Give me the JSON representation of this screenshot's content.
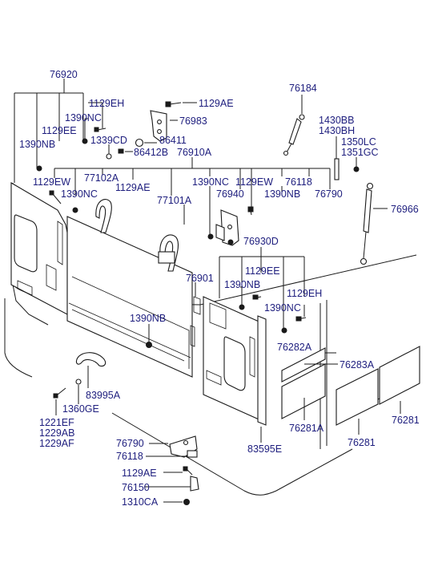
{
  "labels": {
    "l76920": "76920",
    "l1129EH_a": "1129EH",
    "l1129AE_a": "1129AE",
    "l76184": "76184",
    "l1390NC_a": "1390NC",
    "l76983": "76983",
    "l1129EE_a": "1129EE",
    "l1339CD": "1339CD",
    "l86411": "86411",
    "l1390NB_a": "1390NB",
    "l86412B": "86412B",
    "l76910A": "76910A",
    "l1430BB": "1430BB",
    "l1430BH": "1430BH",
    "l1350LC": "1350LC",
    "l1351GC": "1351GC",
    "l1129EW_a": "1129EW",
    "l77102A": "77102A",
    "l1129AE_b": "1129AE",
    "l1390NC_b": "1390NC",
    "l1390NC_c": "1390NC",
    "l1129EW_b": "1129EW",
    "l76118_a": "76118",
    "l76940": "76940",
    "l1390NB_b": "1390NB",
    "l76790_a": "76790",
    "l77101A": "77101A",
    "l76966": "76966",
    "l76930D": "76930D",
    "l1129EE_b": "1129EE",
    "l1390NB_c": "1390NB",
    "l76901": "76901",
    "l1129EH_b": "1129EH",
    "l1390NC_d": "1390NC",
    "l1390NB_d": "1390NB",
    "l76282A": "76282A",
    "l76283A": "76283A",
    "l83995A": "83995A",
    "l1360GE": "1360GE",
    "l1221EF": "1221EF",
    "l1229AB": "1229AB",
    "l1229AF": "1229AF",
    "l76281A": "76281A",
    "l76281_a": "76281",
    "l76281_b": "76281",
    "l83595E": "83595E",
    "l76790_b": "76790",
    "l76118_b": "76118",
    "l1129AE_c": "1129AE",
    "l76150": "76150",
    "l1310CA": "1310CA"
  }
}
